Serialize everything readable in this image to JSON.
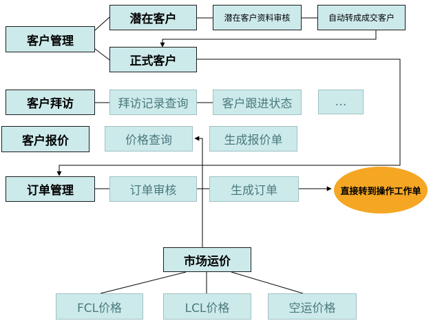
{
  "nodes": {
    "customer_mgmt": "客户管理",
    "potential_customer": "潜在客户",
    "potential_review": "潜在客户资料审核",
    "auto_convert": "自动转成成交客户",
    "formal_customer": "正式客户",
    "customer_visit": "客户拜访",
    "visit_record_query": "拜访记录查询",
    "followup_status": "客户跟进状态",
    "more": "…",
    "customer_quote": "客户报价",
    "price_query": "价格查询",
    "generate_quote": "生成报价单",
    "order_mgmt": "订单管理",
    "order_review": "订单审核",
    "generate_order": "生成订单",
    "to_work_order": "直接转到操作工作单",
    "market_price": "市场运价",
    "fcl_price": "FCL价格",
    "lcl_price": "LCL价格",
    "air_price": "空运价格"
  },
  "colors": {
    "box_fill": "#cdeaeb",
    "oval_fill": "#f5a623",
    "light_text": "#4a7a7b"
  }
}
